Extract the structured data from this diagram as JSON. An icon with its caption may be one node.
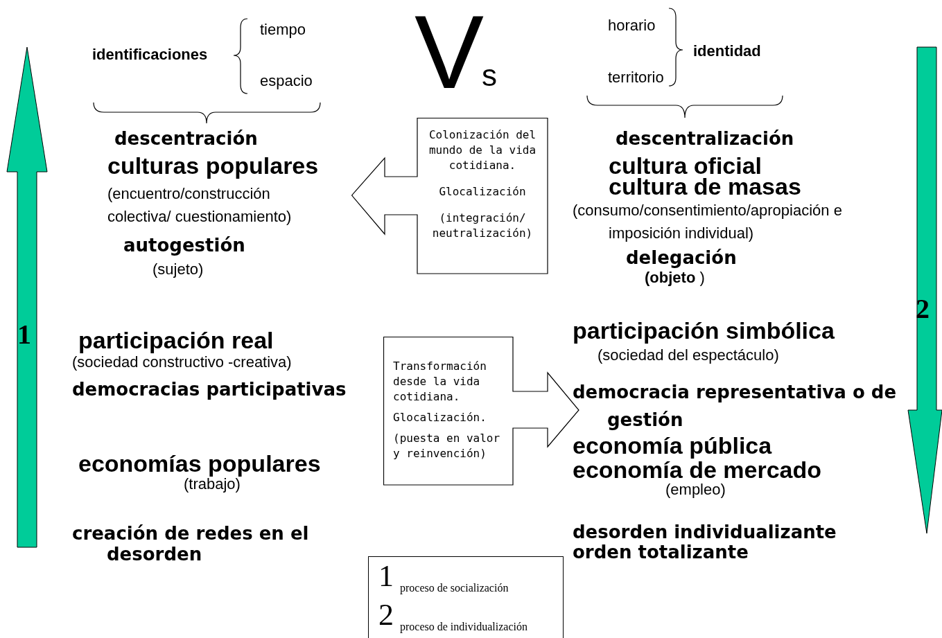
{
  "diagram": {
    "nodes": [
      {
        "text": [
          "Colonización del mundo de la vida cotidiana.",
          "Glocalización",
          "(integración/ neutralización)"
        ]
      },
      {
        "text": [
          "Transformación desde la vida cotidiana.",
          "Glocalización.",
          "(puesta en valor y reinvención)"
        ]
      },
      {
        "text": [
          "1",
          "proceso de socialización",
          "2",
          "proceso de individualización"
        ]
      }
    ],
    "labels": [
      "identificaciones",
      "tiempo",
      "espacio",
      "V",
      "s",
      "horario",
      "identidad",
      "territorio",
      "descentración",
      "culturas populares",
      "(encuentro/construcción colectiva/ cuestionamiento)",
      "autogestión",
      "(sujeto)",
      "descentralización",
      "cultura oficial",
      "cultura de masas",
      "(consumo/consentimiento/apropiación e imposición individual)",
      "delegación",
      "**(objeto** )",
      "1",
      "2",
      "participación real",
      "(sociedad constructivo -creativa)",
      "democracias participativas",
      "economías populares",
      "(trabajo)",
      "creación de redes en el desorden",
      "participación simbólica",
      "(sociedad del espectáculo)",
      "democracia representativa o de gestión",
      "economía pública",
      "economía de mercado",
      "(empleo)",
      "desorden individualizante",
      "orden totalizante"
    ]
  }
}
